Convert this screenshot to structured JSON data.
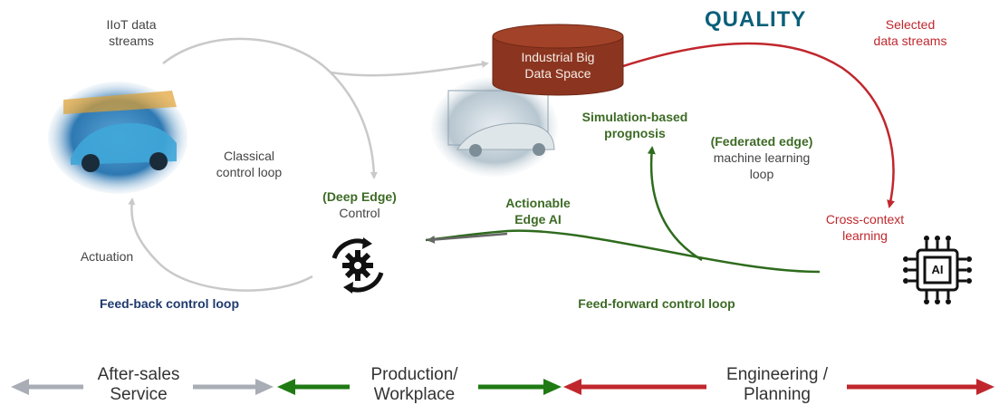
{
  "logo": {
    "text": "QUALITY"
  },
  "database": {
    "line1": "Industrial Big",
    "line2": "Data Space"
  },
  "labels": {
    "iiot": [
      "IIoT data",
      "streams"
    ],
    "selected": [
      "Selected",
      "data streams"
    ],
    "classical": [
      "Classical",
      "control loop"
    ],
    "deep_edge_bold": "(Deep Edge)",
    "deep_edge_sub": "Control",
    "actuation": "Actuation",
    "feedback": "Feed-back control loop",
    "simulation": [
      "Simulation-based",
      "prognosis"
    ],
    "federated_bold": "(Federated edge)",
    "federated_sub": [
      "machine learning",
      "loop"
    ],
    "actionable": [
      "Actionable",
      "Edge AI"
    ],
    "cross_context": [
      "Cross-context",
      "learning"
    ],
    "feedforward": "Feed-forward control loop",
    "chip_text": "AI"
  },
  "lifecycle": {
    "after_sales": [
      "After-sales",
      "Service"
    ],
    "production": [
      "Production/",
      "Workplace"
    ],
    "engineering": [
      "Engineering /",
      "Planning"
    ]
  },
  "colors": {
    "grey_arrow": "#c9c9c9",
    "red": "#c0272d",
    "green": "#2e6b1d",
    "database": "#8b3520",
    "navy": "#1f3a6e"
  }
}
